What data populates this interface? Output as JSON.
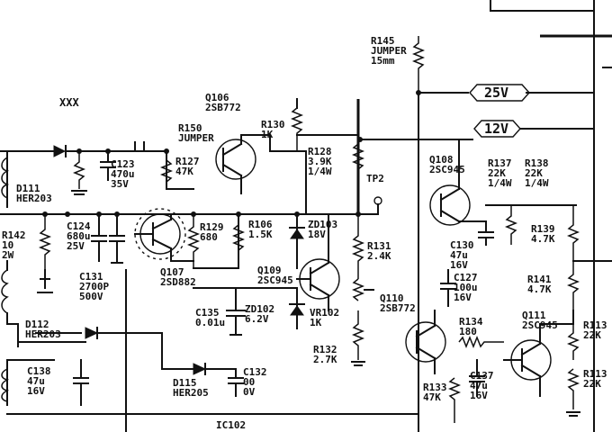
{
  "title": "XXX",
  "rails": [
    {
      "id": "rail-25v",
      "label": "25V"
    },
    {
      "id": "rail-12v",
      "label": "12V"
    }
  ],
  "components": [
    {
      "id": "r145",
      "lines": [
        "R145",
        "JUMPER",
        "15mm"
      ]
    },
    {
      "id": "q106",
      "lines": [
        "Q106",
        "2SB772"
      ]
    },
    {
      "id": "r150",
      "lines": [
        "R150",
        "JUMPER"
      ]
    },
    {
      "id": "r130",
      "lines": [
        "R130",
        "1K"
      ]
    },
    {
      "id": "r128",
      "lines": [
        "R128",
        "3.9K",
        "1/4W"
      ]
    },
    {
      "id": "tp2",
      "lines": [
        "TP2"
      ]
    },
    {
      "id": "q108",
      "lines": [
        "Q108",
        "2SC945"
      ]
    },
    {
      "id": "r137",
      "lines": [
        "R137",
        "22K",
        "1/4W"
      ]
    },
    {
      "id": "r138",
      "lines": [
        "R138",
        "22K",
        "1/4W"
      ]
    },
    {
      "id": "c123",
      "lines": [
        "C123",
        "470u",
        "35V"
      ]
    },
    {
      "id": "r127",
      "lines": [
        "R127",
        "47K"
      ]
    },
    {
      "id": "d111",
      "lines": [
        "D111",
        "HER203"
      ]
    },
    {
      "id": "c124",
      "lines": [
        "C124",
        "680u",
        "25V"
      ]
    },
    {
      "id": "r142",
      "lines": [
        "R142",
        "10",
        "2W"
      ]
    },
    {
      "id": "r129",
      "lines": [
        "R129",
        "680"
      ]
    },
    {
      "id": "r106",
      "lines": [
        "R106",
        "1.5K"
      ]
    },
    {
      "id": "zd103",
      "lines": [
        "ZD103",
        "18V"
      ]
    },
    {
      "id": "r131",
      "lines": [
        "R131",
        "2.4K"
      ]
    },
    {
      "id": "r139",
      "lines": [
        "R139",
        "4.7K"
      ]
    },
    {
      "id": "c130",
      "lines": [
        "C130",
        "47u",
        "16V"
      ]
    },
    {
      "id": "c131",
      "lines": [
        "C131",
        "2700P",
        "500V"
      ]
    },
    {
      "id": "q107",
      "lines": [
        "Q107",
        "2SD882"
      ]
    },
    {
      "id": "q109",
      "lines": [
        "Q109",
        "2SC945"
      ]
    },
    {
      "id": "c127",
      "lines": [
        "C127",
        "100u",
        "16V"
      ]
    },
    {
      "id": "r141",
      "lines": [
        "R141",
        "4.7K"
      ]
    },
    {
      "id": "c135",
      "lines": [
        "C135",
        "0.01u"
      ]
    },
    {
      "id": "zd102",
      "lines": [
        "ZD102",
        "6.2V"
      ]
    },
    {
      "id": "vr102",
      "lines": [
        "VR102",
        "1K"
      ]
    },
    {
      "id": "q110",
      "lines": [
        "Q110",
        "2SB772"
      ]
    },
    {
      "id": "r134",
      "lines": [
        "R134",
        "180"
      ]
    },
    {
      "id": "q111",
      "lines": [
        "Q111",
        "2SC945"
      ]
    },
    {
      "id": "r113a",
      "lines": [
        "R113",
        "22K"
      ]
    },
    {
      "id": "d112",
      "lines": [
        "D112",
        "HER203"
      ]
    },
    {
      "id": "r132",
      "lines": [
        "R132",
        "2.7K"
      ]
    },
    {
      "id": "c138",
      "lines": [
        "C138",
        "47u",
        "16V"
      ]
    },
    {
      "id": "d115",
      "lines": [
        "D115",
        "HER205"
      ]
    },
    {
      "id": "c132",
      "lines": [
        "C132",
        "00",
        "0V"
      ]
    },
    {
      "id": "r133",
      "lines": [
        "R133",
        "47K"
      ]
    },
    {
      "id": "c137",
      "lines": [
        "C137",
        "47u",
        "16V"
      ]
    },
    {
      "id": "r113b",
      "lines": [
        "R113",
        "22K"
      ]
    },
    {
      "id": "ic102",
      "lines": [
        "IC102"
      ]
    }
  ]
}
